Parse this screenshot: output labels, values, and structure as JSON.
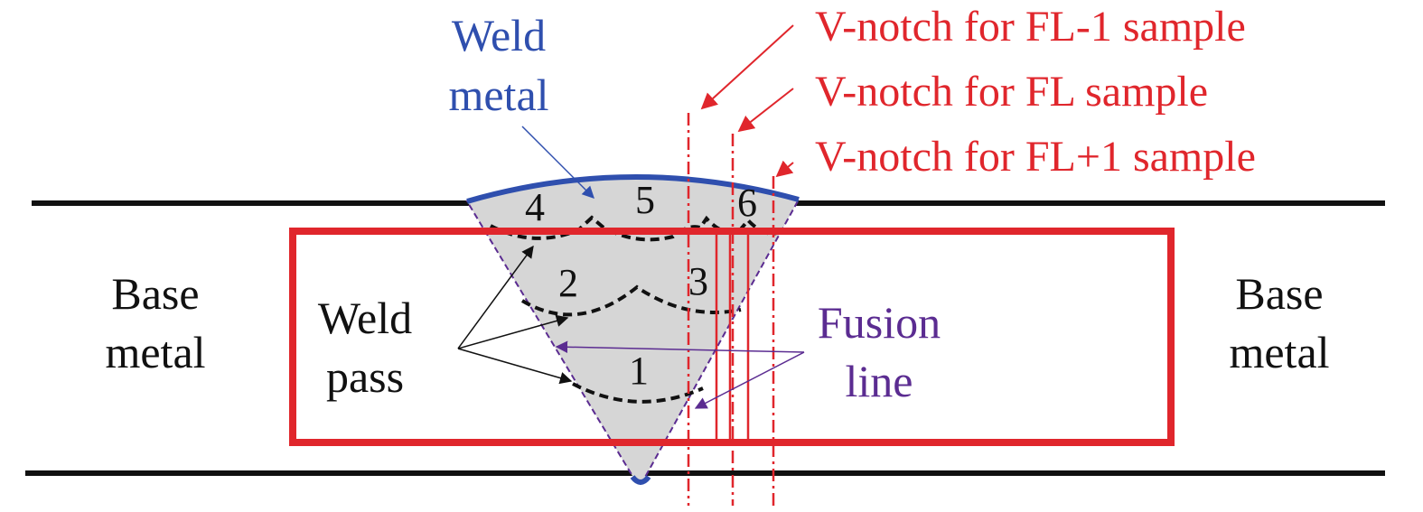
{
  "labels": {
    "weld_metal_line1": "Weld",
    "weld_metal_line2": "metal",
    "notch_fl_minus_1": "V-notch for FL-1 sample",
    "notch_fl": "V-notch for FL sample",
    "notch_fl_plus_1": "V-notch for FL+1 sample",
    "base_metal_left_line1": "Base",
    "base_metal_left_line2": "metal",
    "base_metal_right_line1": "Base",
    "base_metal_right_line2": "metal",
    "weld_pass_line1": "Weld",
    "weld_pass_line2": "pass",
    "fusion_line_line1": "Fusion",
    "fusion_line_line2": "line"
  },
  "pass_numbers": [
    "1",
    "2",
    "3",
    "4",
    "5",
    "6"
  ],
  "colors": {
    "blue": "#2f4fae",
    "red": "#e0262c",
    "purple": "#5b2c91",
    "black": "#111111",
    "weld_fill": "#d6d6d6"
  }
}
